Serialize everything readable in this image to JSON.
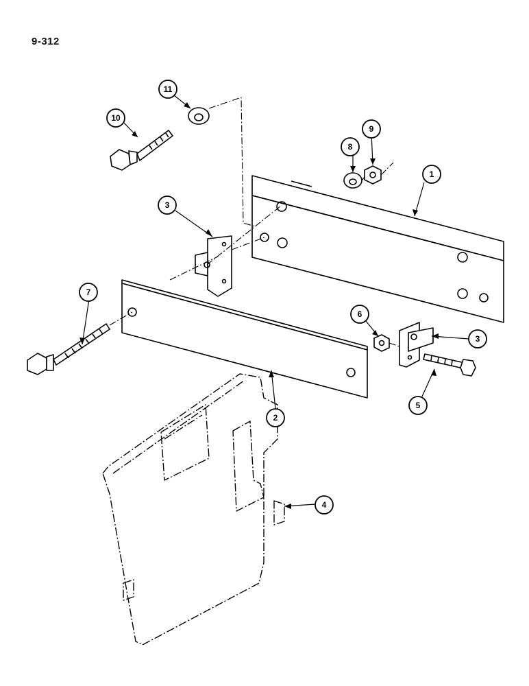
{
  "page_number": "9-312",
  "callouts": [
    {
      "id": "1",
      "label": "1"
    },
    {
      "id": "2",
      "label": "2"
    },
    {
      "id": "3a",
      "label": "3"
    },
    {
      "id": "3b",
      "label": "3"
    },
    {
      "id": "4",
      "label": "4"
    },
    {
      "id": "5",
      "label": "5"
    },
    {
      "id": "6",
      "label": "6"
    },
    {
      "id": "7",
      "label": "7"
    },
    {
      "id": "8",
      "label": "8"
    },
    {
      "id": "9",
      "label": "9"
    },
    {
      "id": "10",
      "label": "10"
    },
    {
      "id": "11",
      "label": "11"
    }
  ],
  "colors": {
    "line": "#000000",
    "paper": "#ffffff"
  }
}
